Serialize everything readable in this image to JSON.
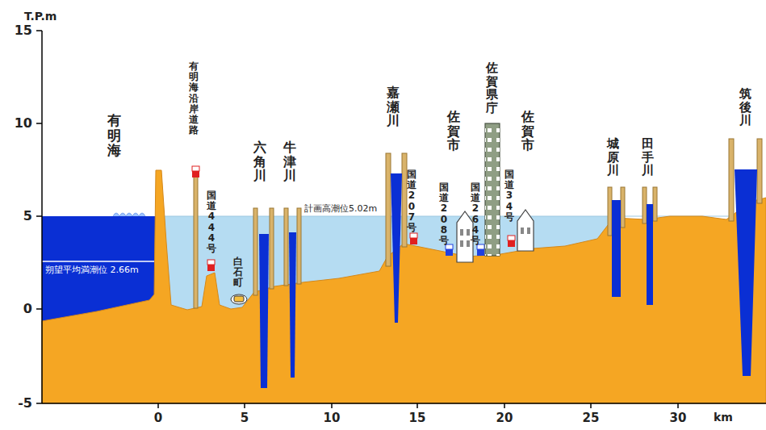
{
  "diagram": {
    "labels": [
      "T.P.m",
      "15",
      "10",
      "5",
      "0",
      "-5",
      "0",
      "5",
      "10",
      "15",
      "20",
      "25",
      "30",
      "km",
      "有明海",
      "有明海沿岸道路",
      "国道444号",
      "白石町",
      "六角川",
      "牛津川",
      "計画高潮位5.02m",
      "嘉瀬川",
      "国道207号",
      "佐賀市",
      "国道208号",
      "佐賀県庁",
      "国道264号",
      "国道34号",
      "佐賀市",
      "城原川",
      "田手川",
      "筑後川",
      "朔望平均満潮位 2.66m"
    ]
  }
}
